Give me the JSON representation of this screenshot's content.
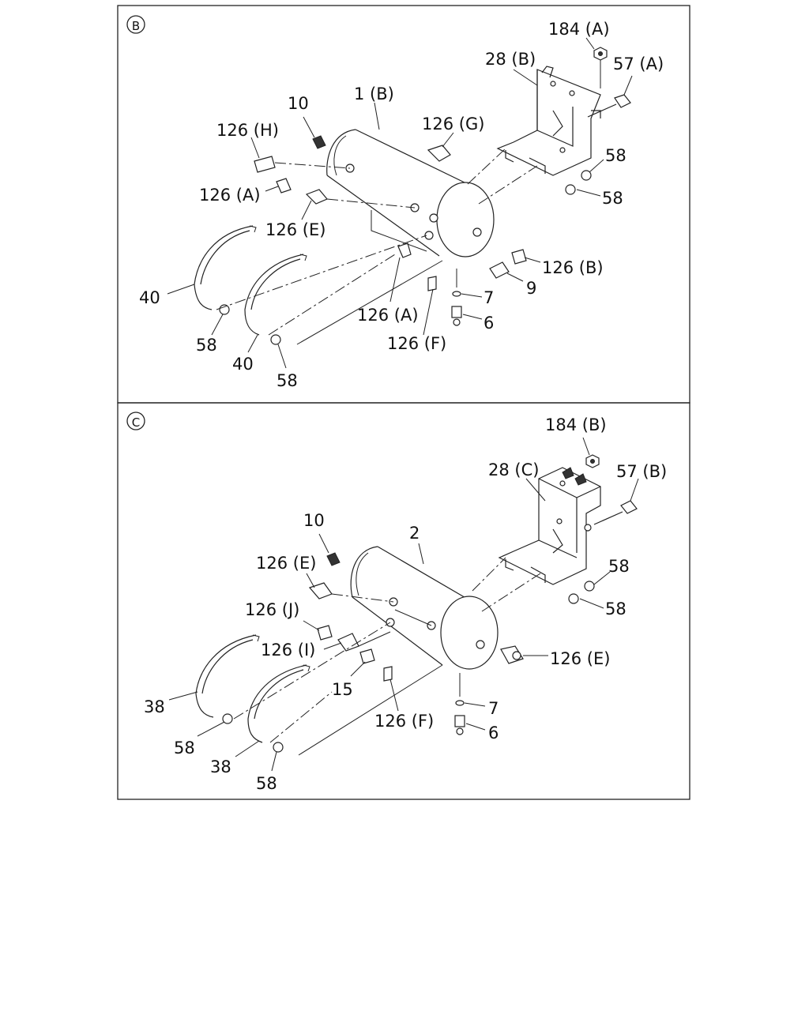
{
  "panels": [
    {
      "id": "B",
      "badge": "B",
      "labels": [
        "184 (A)",
        "28 (B)",
        "57 (A)",
        "10",
        "1 (B)",
        "126 (G)",
        "126 (H)",
        "58",
        "126 (A)",
        "58",
        "126 (E)",
        "126 (B)",
        "9",
        "40",
        "7",
        "126 (A)",
        "6",
        "58",
        "126 (F)",
        "40",
        "58"
      ]
    },
    {
      "id": "C",
      "badge": "C",
      "labels": [
        "184 (B)",
        "28 (C)",
        "57 (B)",
        "10",
        "2",
        "58",
        "126 (E)",
        "58",
        "126 (J)",
        "126 (E)",
        "126 (I)",
        "15",
        "38",
        "7",
        "126 (F)",
        "6",
        "58",
        "38",
        "58"
      ]
    }
  ]
}
